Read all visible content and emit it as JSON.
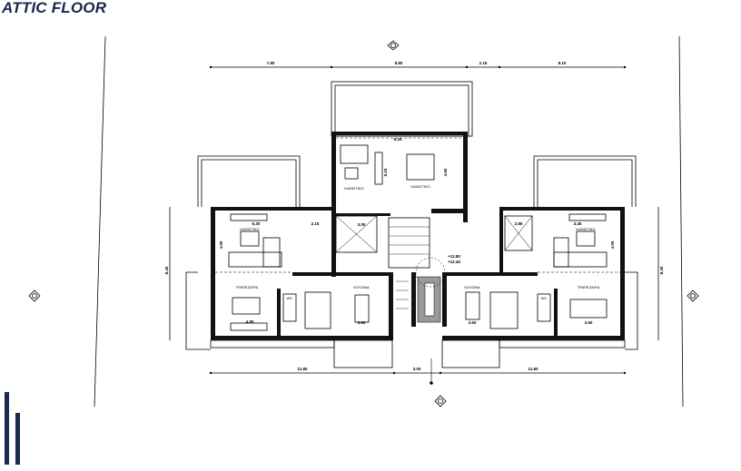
{
  "title": "ATTIC FLOOR",
  "dimensions": {
    "top": [
      "7.80",
      "8.80",
      "2.15",
      "8.10"
    ],
    "bottom": [
      "11.80",
      "3.00",
      "11.80"
    ],
    "left_side": "8.40",
    "right_side": "8.40",
    "interior": [
      "6.20",
      "5.10",
      "4.60",
      "3.00",
      "2.15",
      "6.30",
      "4.05",
      "3.45",
      "4.00",
      "2.85",
      "3.60",
      "4.05",
      "3.60",
      "3.60"
    ]
  },
  "rooms": {
    "living": "ΚΑΘΙΣΤΙΚΟ",
    "dining": "ΤΡΑΠΕΖΑΡΙΑ",
    "kitchen": "ΚΟΥΖΙΝΑ",
    "wc": "WC"
  },
  "levels": [
    "+12.80",
    "+12.45"
  ],
  "colors": {
    "title": "#1c2548",
    "accent_bars": "#1c2a50"
  }
}
